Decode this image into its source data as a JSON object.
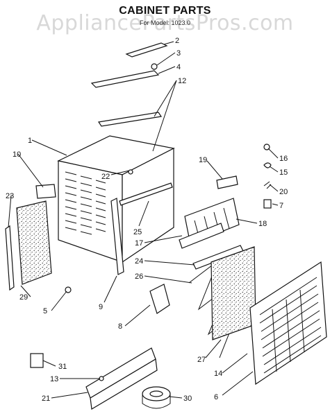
{
  "watermark": "AppliancePartsPros.com",
  "title": "CABINET PARTS",
  "subtitle": "For Model: 1023.0",
  "part_numbers": [
    "1",
    "2",
    "3",
    "4",
    "12",
    "10",
    "23",
    "22",
    "19",
    "16",
    "15",
    "20",
    "7",
    "25",
    "18",
    "17",
    "24",
    "26",
    "29",
    "5",
    "9",
    "8",
    "31",
    "27",
    "14",
    "6",
    "13",
    "21",
    "30"
  ],
  "colors": {
    "ink": "#111111",
    "watermark": "#d8d8d8"
  }
}
